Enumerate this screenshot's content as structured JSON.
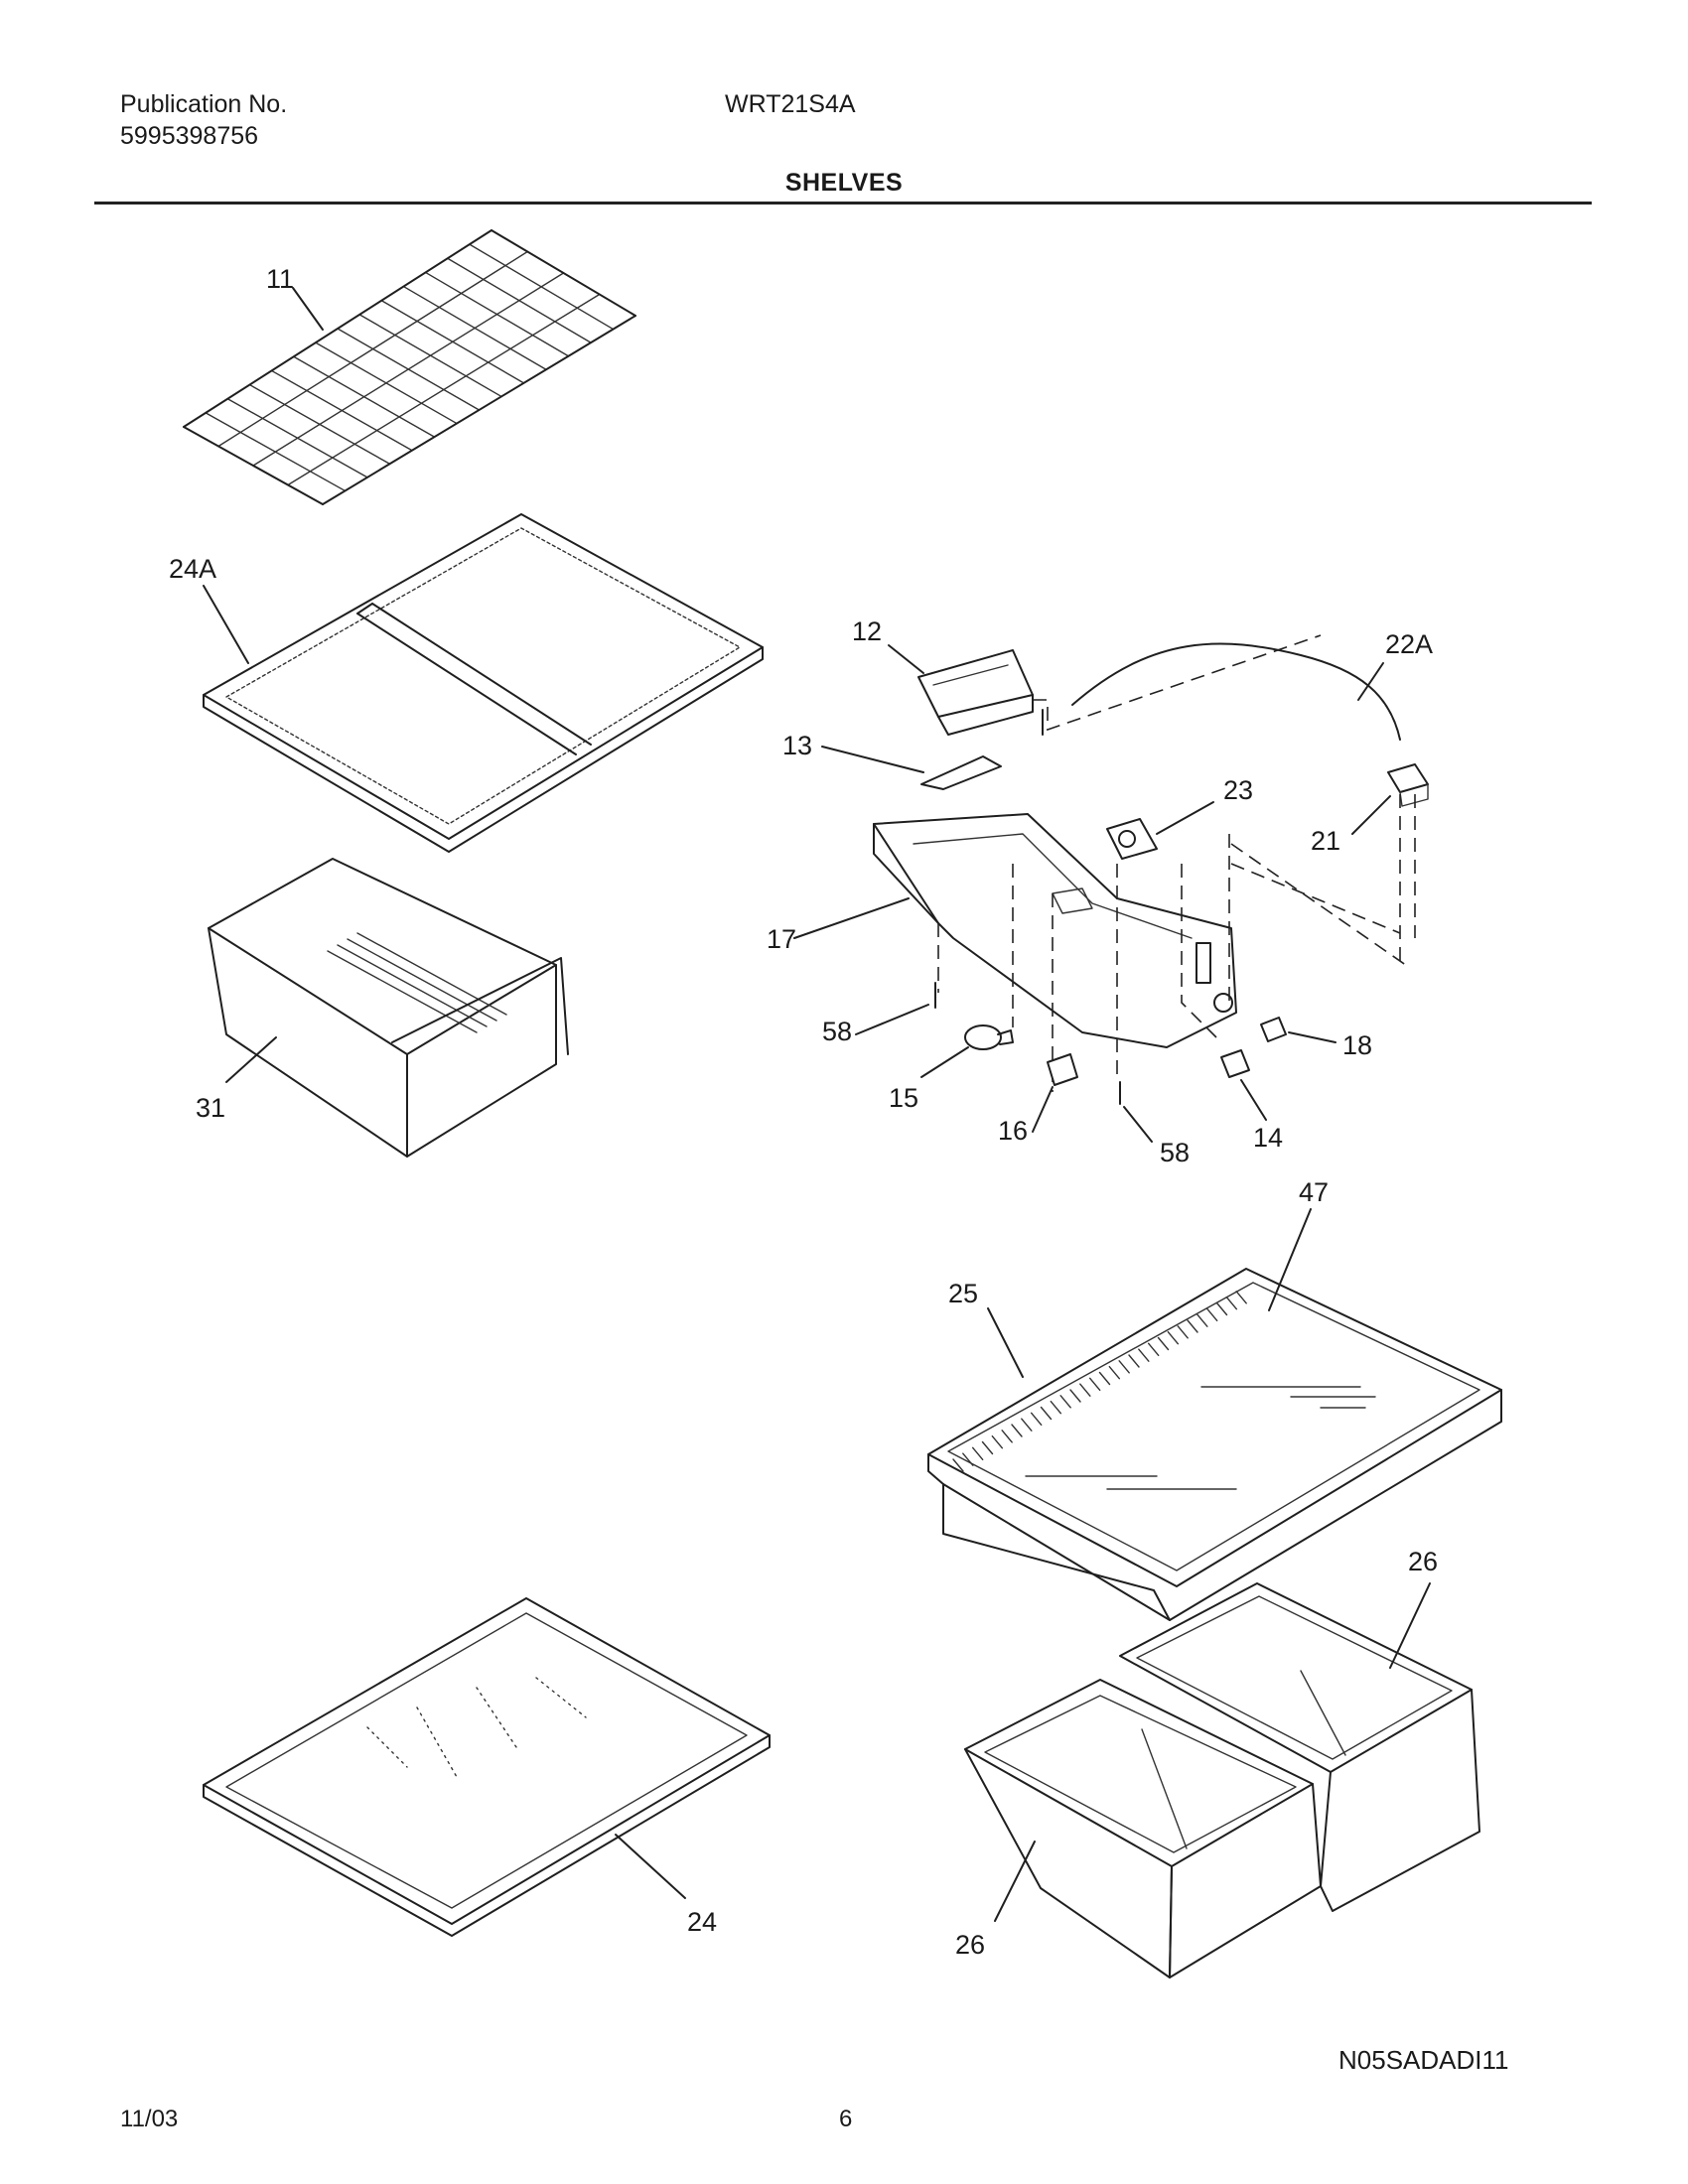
{
  "header": {
    "publication_label": "Publication No.",
    "publication_number": "5995398756",
    "model": "WRT21S4A",
    "section_title": "SHELVES"
  },
  "callouts": {
    "c11": "11",
    "c24A": "24A",
    "c31": "31",
    "c12": "12",
    "c13": "13",
    "c22A": "22A",
    "c23": "23",
    "c21": "21",
    "c17": "17",
    "c58a": "58",
    "c15": "15",
    "c16": "16",
    "c58b": "58",
    "c14": "14",
    "c18": "18",
    "c47": "47",
    "c25": "25",
    "c26a": "26",
    "c24": "24",
    "c26b": "26"
  },
  "footer": {
    "diagram_code": "N05SADADI11",
    "date": "11/03",
    "page": "6"
  }
}
